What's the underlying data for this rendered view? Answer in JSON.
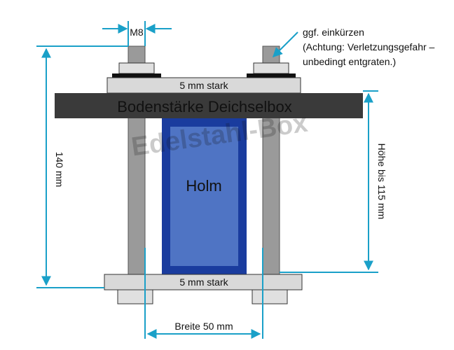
{
  "labels": {
    "thread_size": "M8",
    "note_line1": "ggf. einkürzen",
    "note_line2": "(Achtung: Verletzungsgefahr –",
    "note_line3": "unbedingt entgraten.)",
    "top_plate": "5 mm stark",
    "floor_bar": "Bodenstärke Deichselbox",
    "total_height": "140 mm",
    "holm_height": "Höhe bis 115 mm",
    "holm": "Holm",
    "bottom_plate": "5 mm stark",
    "width": "Breite 50 mm"
  },
  "watermark": "Edelstahl-Box",
  "colors": {
    "dimension": "#1aa0c8",
    "holm_outer": "#1a3c9e",
    "holm_inner": "#4f74c4",
    "floor": "#3a3a3a",
    "plate": "#d9d9d9",
    "bolt": "#9a9a9a"
  }
}
